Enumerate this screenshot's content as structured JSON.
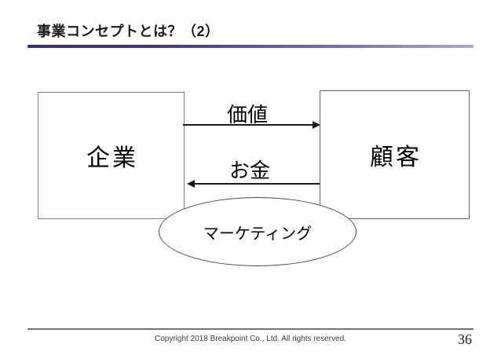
{
  "slide": {
    "title": "事業コンセプトとは？（2）",
    "page_number": "36",
    "copyright": "Copyright 2018 Breakpoint Co., Ltd. All rights reserved."
  },
  "diagram": {
    "company_box_label": "企業",
    "customer_box_label": "顧客",
    "value_arrow": {
      "label": "価値",
      "direction": "left-to-right"
    },
    "money_arrow": {
      "label": "お金",
      "direction": "right-to-left"
    },
    "marketing_ellipse_label": "マーケティング"
  },
  "colors": {
    "background": "#ffffff",
    "text": "#1a1a1a",
    "title_rule_left": "#32326e",
    "title_rule_right": "#a9a9d4",
    "box_border": "#7f7f7f",
    "arrow": "#1a1a1a",
    "ellipse_border": "#4d4d4d",
    "footer_rule": "#737373"
  }
}
